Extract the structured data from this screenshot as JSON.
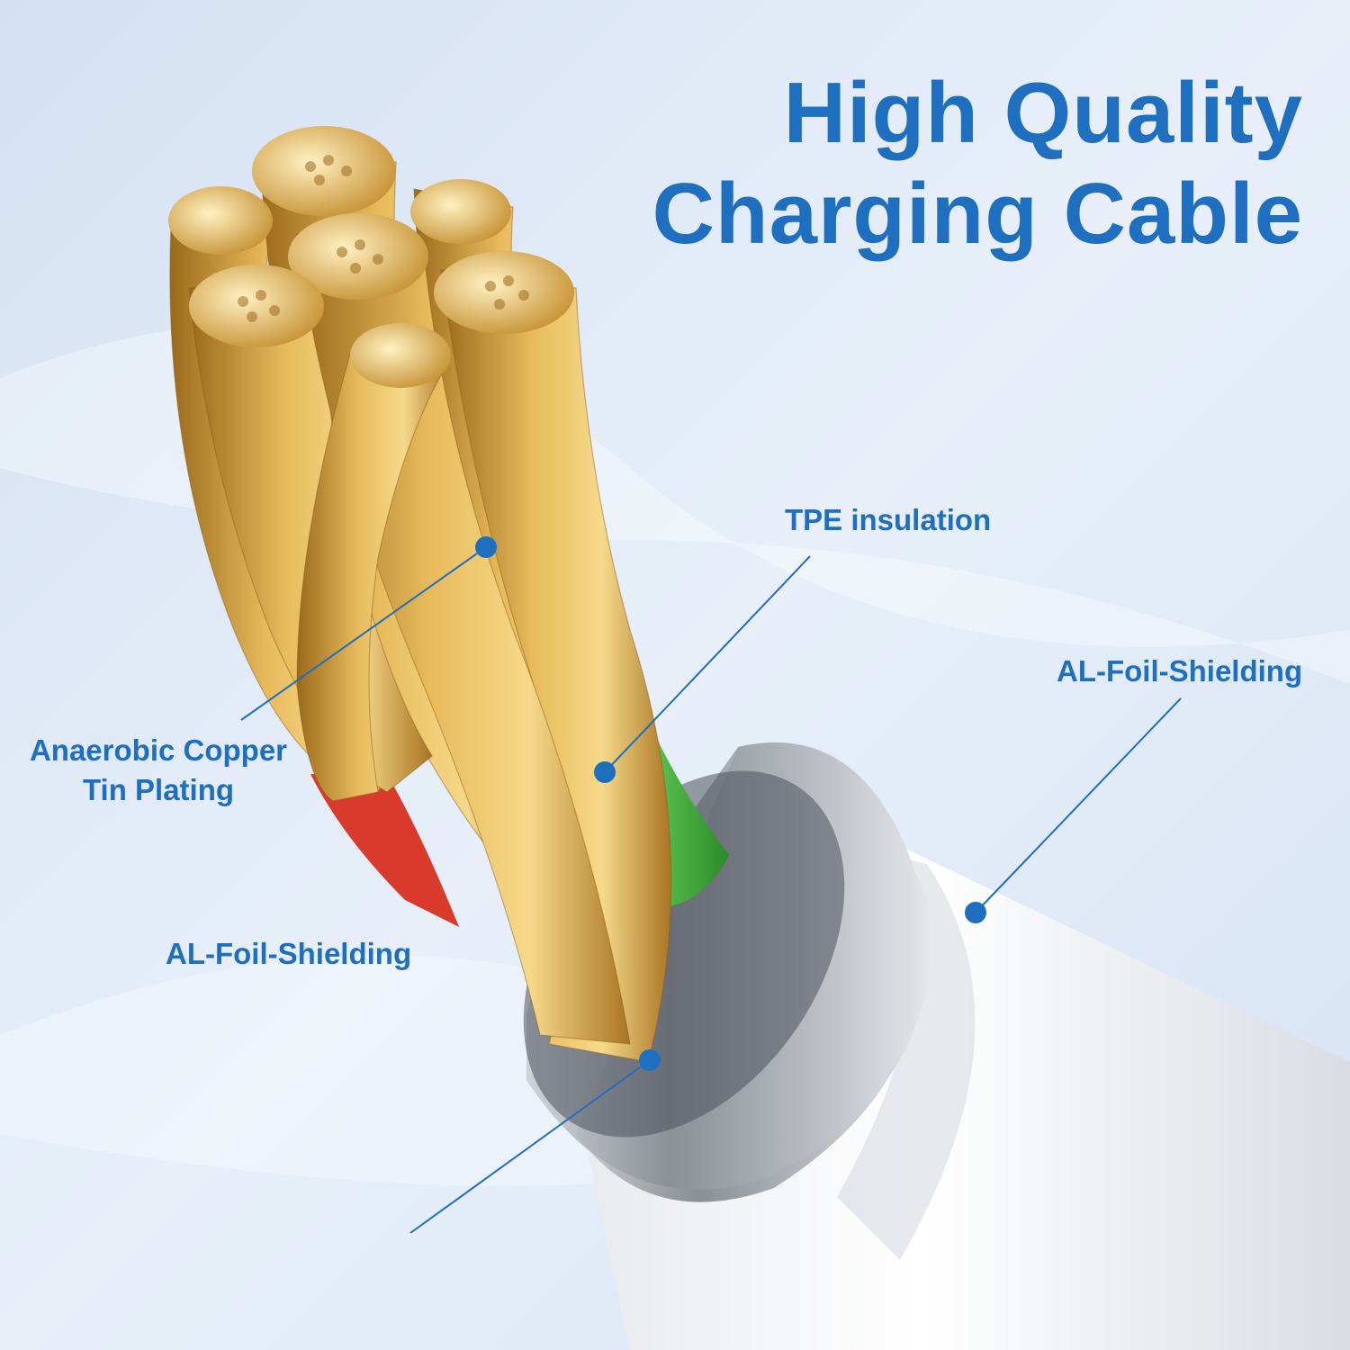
{
  "title": {
    "line1": "High Quality",
    "line2": "Charging Cable"
  },
  "callouts": {
    "tpe": "TPE insulation",
    "foil_right": "AL-Foil-Shielding",
    "copper_line1": "Anaerobic Copper",
    "copper_line2": "Tin Plating",
    "foil_bottom": "AL-Foil-Shielding"
  },
  "colors": {
    "accent": "#1f6fc0",
    "background": "#dfe9f6",
    "copper": "#d9a441",
    "insulation_green": "#3dbb3a",
    "insulation_red": "#d93a2c",
    "shield_silver": "#9ea3a9",
    "jacket_white": "#f2f3f5"
  }
}
